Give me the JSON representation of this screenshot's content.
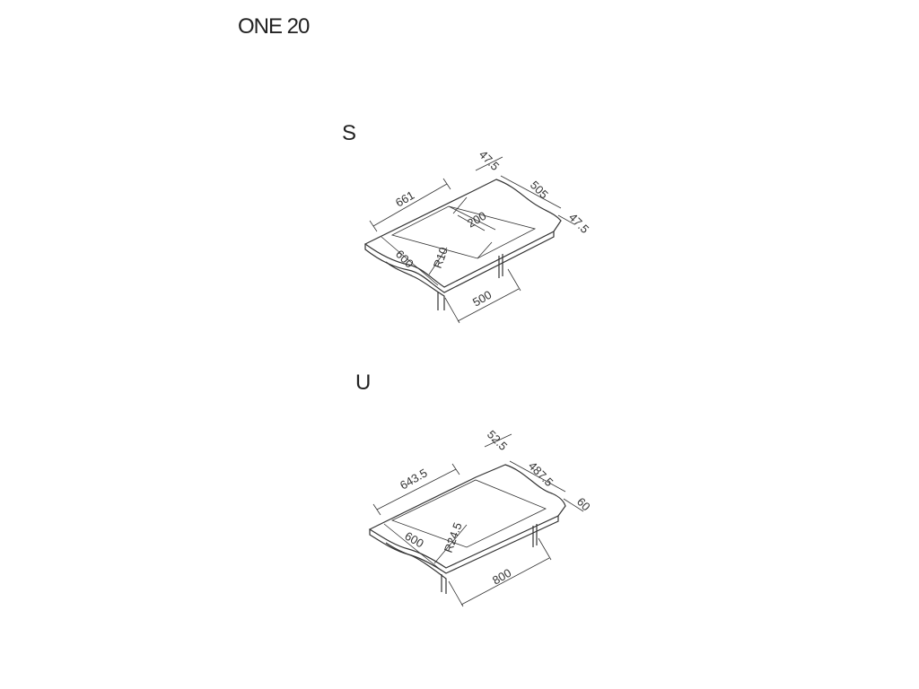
{
  "title": "ONE 20",
  "drawings": [
    {
      "label": "S",
      "dimensions": {
        "top_overall": "661",
        "end_thickness_top": "47.5",
        "side_depth": "505",
        "end_thickness_right": "47.5",
        "inner_span": "200",
        "depth_front": "600",
        "radius": "R10",
        "leg_span": "500"
      }
    },
    {
      "label": "U",
      "dimensions": {
        "top_overall": "643.5",
        "end_thickness_top": "52.5",
        "side_depth": "487.5",
        "end_thickness_right": "60",
        "depth_front": "600",
        "radius": "R24.5",
        "leg_span": "800"
      }
    }
  ]
}
